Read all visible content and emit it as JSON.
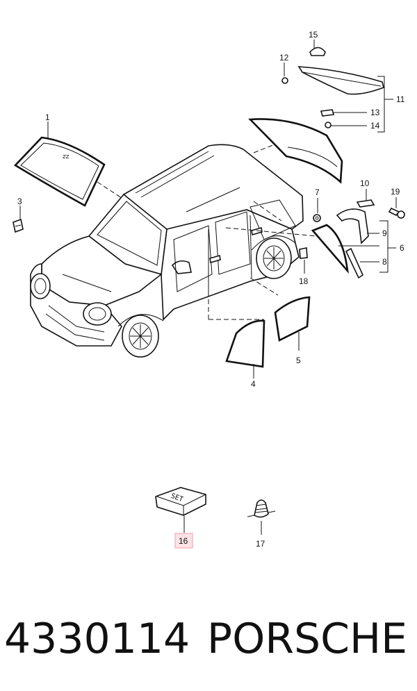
{
  "callouts": {
    "c1": "1",
    "c2": "3",
    "c3": "4",
    "c4": "5",
    "c5": "6",
    "c6": "7",
    "c7": "8",
    "c8": "9",
    "c9": "10",
    "c10": "11",
    "c11": "12",
    "c12": "13",
    "c13": "14",
    "c14": "15",
    "c15": "16",
    "c16": "17",
    "c17": "18",
    "c18": "19"
  },
  "set_label": "SET",
  "caption": {
    "part_number": "4330114",
    "brand": "PORSCHE"
  },
  "highlight_color": "#fde2e6"
}
